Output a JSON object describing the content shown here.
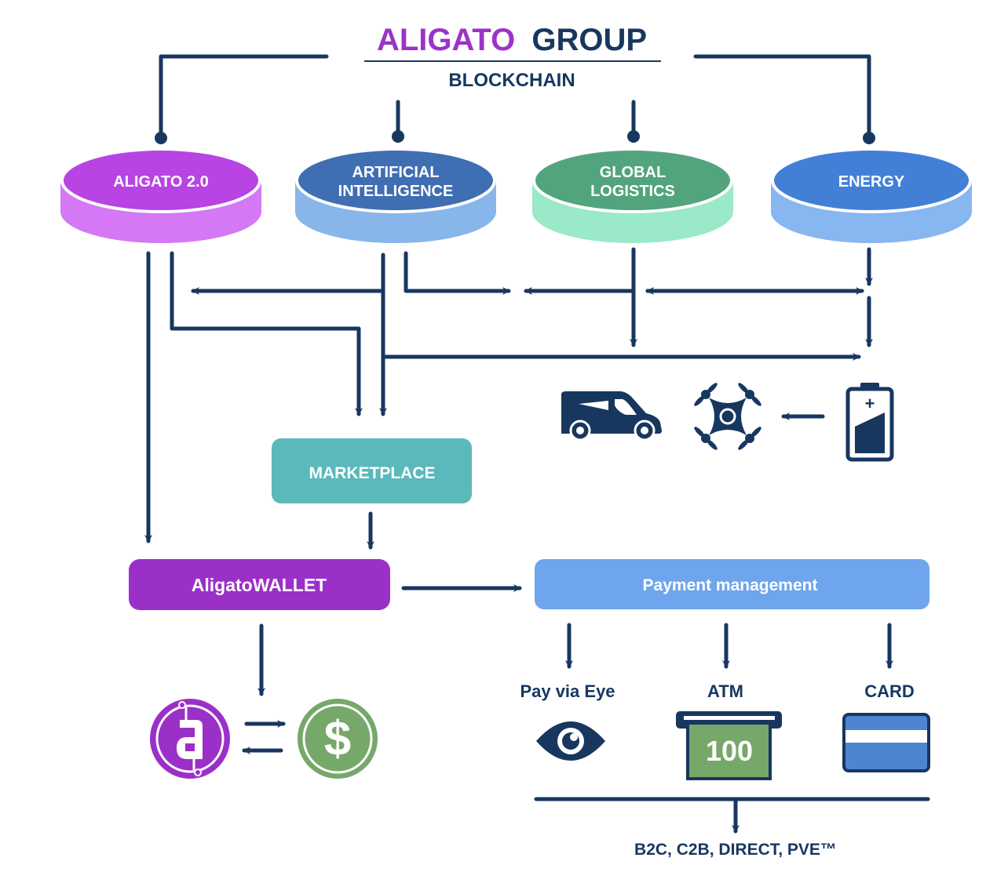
{
  "header": {
    "title_part1": "ALIGATO",
    "title_part2": "GROUP",
    "subtitle": "BLOCKCHAIN"
  },
  "colors": {
    "navy": "#17375f",
    "purple_title": "#9b33c9",
    "wallet": "#9b30c8",
    "marketplace": "#5bb8bb",
    "payment": "#6ea5ec",
    "coin_green": "#76a86a",
    "card_blue": "#4d86d0"
  },
  "pillars": [
    {
      "id": "aligato-2",
      "lines": [
        "ALIGATO 2.0"
      ],
      "top": "#b744e3",
      "side": "#d478f5"
    },
    {
      "id": "artificial-intelligence",
      "lines": [
        "ARTIFICIAL",
        "INTELLIGENCE"
      ],
      "top": "#3f6eb2",
      "side": "#88b6ea"
    },
    {
      "id": "global-logistics",
      "lines": [
        "GLOBAL",
        "LOGISTICS"
      ],
      "top": "#52a47c",
      "side": "#9ae9c8"
    },
    {
      "id": "energy",
      "lines": [
        "ENERGY"
      ],
      "top": "#4280d8",
      "side": "#88b6f0"
    }
  ],
  "icons": {
    "van": "delivery-van",
    "drone": "drone",
    "battery": "battery",
    "aligato_coin": "aligato-coin",
    "dollar_coin": "dollar-coin",
    "eye": "eye",
    "atm": "atm-cash",
    "card": "credit-card"
  },
  "boxes": {
    "marketplace": "MARKETPLACE",
    "wallet": "AligatoWALLET",
    "payment": "Payment management"
  },
  "payment_methods": [
    {
      "label": "Pay via Eye"
    },
    {
      "label": "ATM"
    },
    {
      "label": "CARD"
    }
  ],
  "atm_note": "100",
  "dollar_symbol": "$",
  "battery_plus": "+",
  "footer": "B2C, C2B, DIRECT, PVE™"
}
